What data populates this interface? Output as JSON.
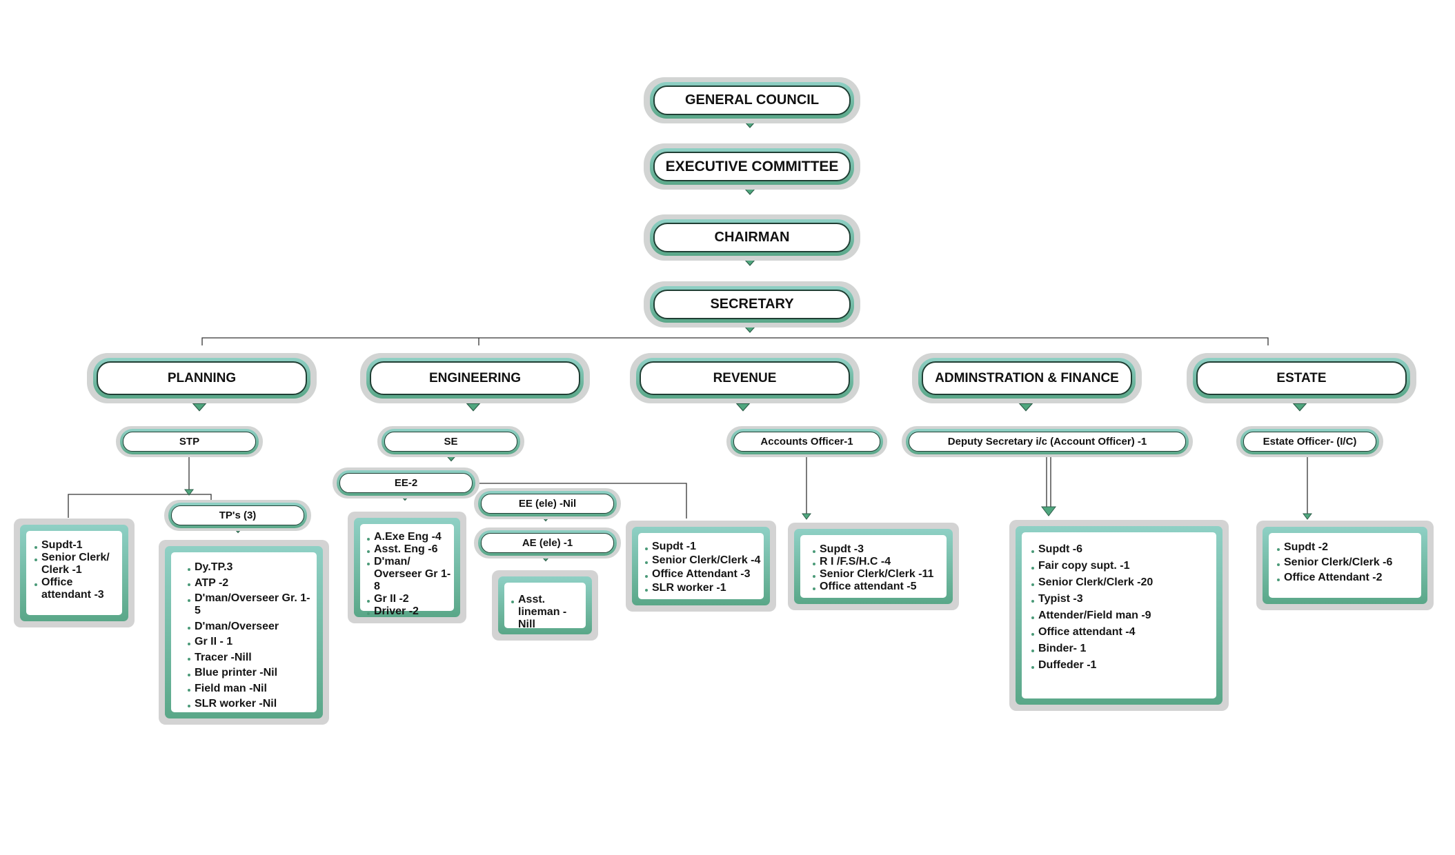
{
  "top_chain": [
    {
      "id": "general-council",
      "label": "GENERAL COUNCIL"
    },
    {
      "id": "executive-committee",
      "label": "EXECUTIVE  COMMITTEE"
    },
    {
      "id": "chairman",
      "label": "CHAIRMAN"
    },
    {
      "id": "secretary",
      "label": "SECRETARY"
    }
  ],
  "departments": {
    "planning": {
      "label": "PLANNING",
      "officer": "STP",
      "sub_officer": "TP's (3)",
      "staff_left": [
        "Supdt-1",
        "Senior Clerk/ Clerk -1",
        "Office attendant -3"
      ],
      "staff": [
        "Dy.TP.3",
        "ATP -2",
        "D'man/Overseer  Gr. 1-5",
        "D'man/Overseer",
        "Gr II - 1",
        "Tracer -Nill",
        "Blue printer -Nil",
        "Field man -Nil",
        "SLR worker -Nil"
      ]
    },
    "engineering": {
      "label": "ENGINEERING",
      "officer": "SE",
      "ee": "EE-2",
      "ee_ele": "EE (ele)  -Nil",
      "ae_ele": "AE (ele) -1",
      "staff_ee": [
        "A.Exe Eng -4",
        "Asst. Eng -6",
        "D'man/ Overseer Gr 1-8",
        "Gr II -2",
        "Driver -2"
      ],
      "staff_ae": [
        "Asst. lineman -Nill"
      ],
      "staff_right": [
        "Supdt -1",
        "Senior Clerk/Clerk -4",
        "Office Attendant -3",
        "SLR worker -1"
      ]
    },
    "revenue": {
      "label": "REVENUE",
      "officer": "Accounts Officer-1",
      "staff": [
        "Supdt -3",
        "R I /F.S/H.C -4",
        "Senior Clerk/Clerk -11",
        "Office attendant -5"
      ]
    },
    "admin_finance": {
      "label": "ADMINSTRATION & FINANCE",
      "officer": "Deputy Secretary i/c (Account Officer) -1",
      "staff": [
        "Supdt -6",
        "Fair copy supt. -1",
        "Senior Clerk/Clerk -20",
        "Typist -3",
        "Attender/Field man -9",
        "Office attendant -4",
        "Binder- 1",
        "Duffeder -1"
      ]
    },
    "estate": {
      "label": "ESTATE",
      "officer": "Estate Officer- (I/C)",
      "staff": [
        "Supdt -2",
        "Senior Clerk/Clerk -6",
        "Office Attendant  -2"
      ]
    }
  },
  "colors": {
    "frame_grey": "#d2d4d3",
    "gradient_top": "#8fd0c5",
    "gradient_bottom": "#5aa788",
    "pill_border": "#1f3e33",
    "connector": "#333333"
  }
}
